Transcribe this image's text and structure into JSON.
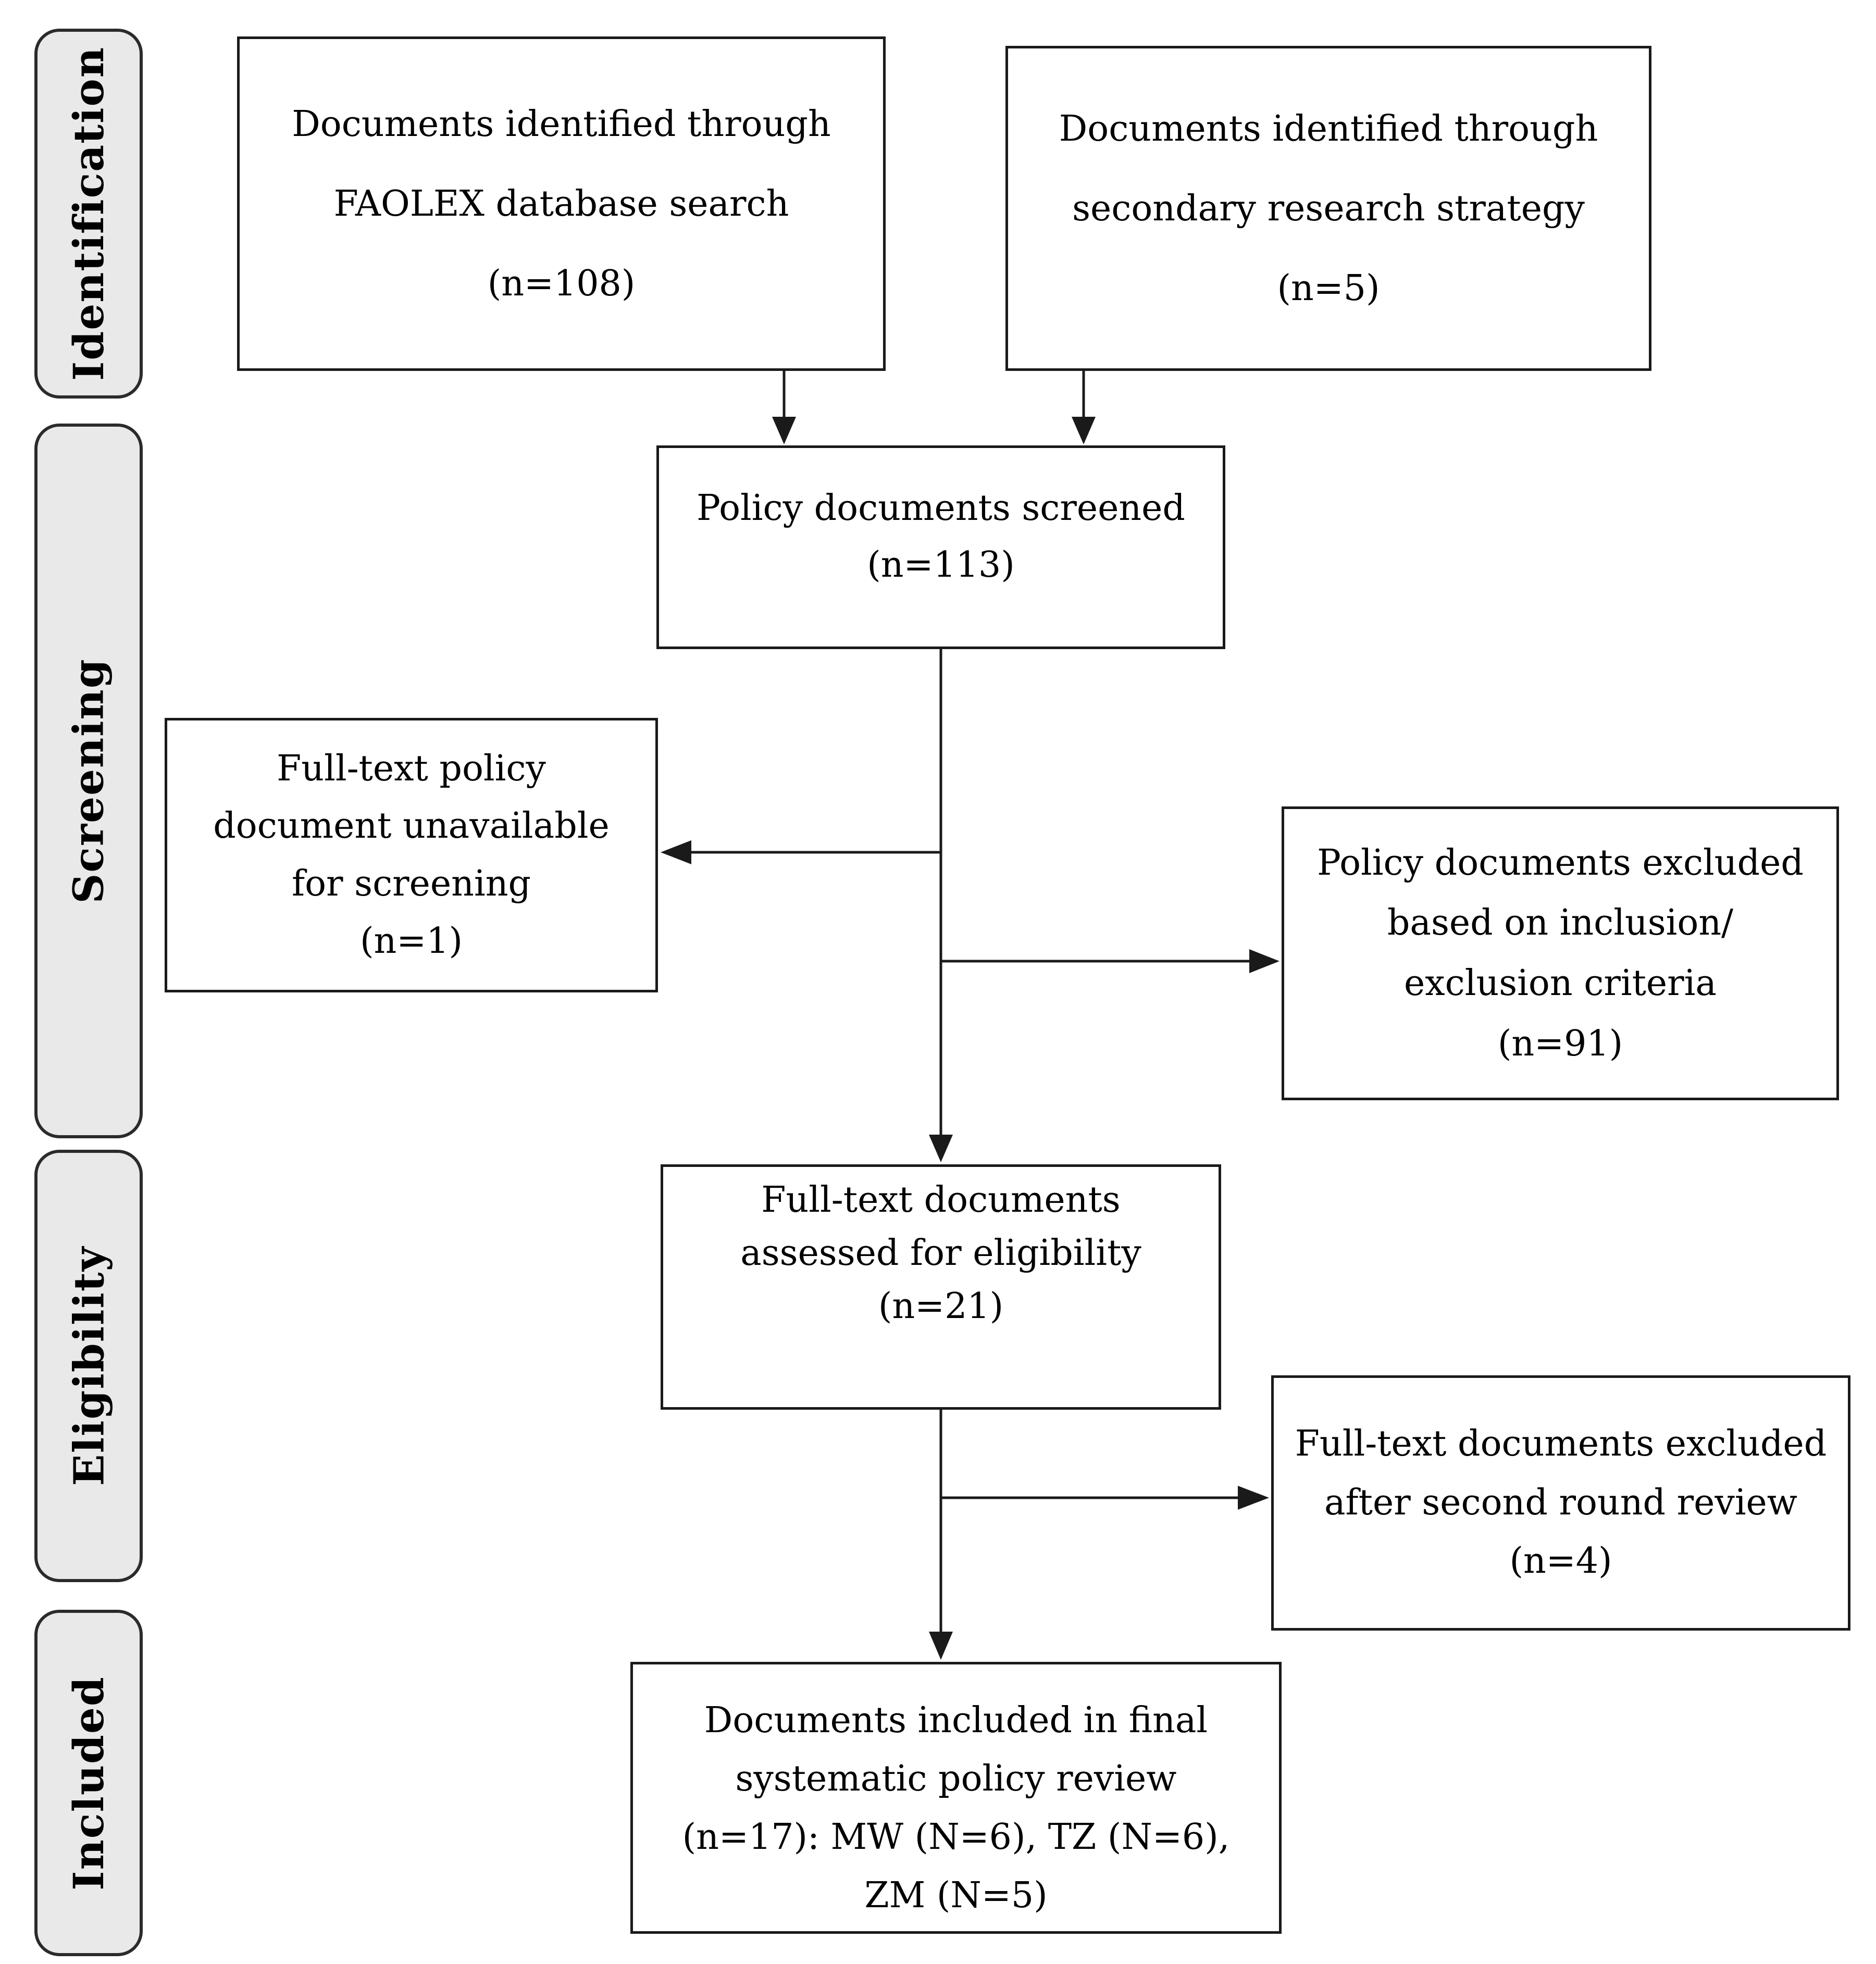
{
  "palette": {
    "bg": "#ffffff",
    "box-fill": "#ffffff",
    "box-border": "#1a1a1a",
    "stage-fill": "#e9e9e9",
    "stage-border": "#2b2b2b",
    "text": "#000000",
    "arrow": "#1a1a1a"
  },
  "stages": [
    "Identification",
    "Screening",
    "Eligibility",
    "Included"
  ],
  "boxes": {
    "faolex": {
      "lines": [
        "Documents identified through",
        "FAOLEX database search",
        "(n=108)"
      ]
    },
    "secondary": {
      "lines": [
        "Documents identified through",
        "secondary research strategy",
        "(n=5)"
      ]
    },
    "screened": {
      "lines": [
        "Policy documents screened",
        "(n=113)"
      ]
    },
    "unavailable": {
      "lines": [
        "Full-text policy",
        "document unavailable",
        "for screening",
        "(n=1)"
      ]
    },
    "excluded_screening": {
      "lines": [
        "Policy documents excluded",
        "based on inclusion/",
        "exclusion criteria",
        "(n=91)"
      ]
    },
    "assessed": {
      "lines": [
        "Full-text documents",
        "assessed for eligibility",
        "(n=21)"
      ]
    },
    "excluded_eligibility": {
      "lines": [
        "Full-text documents excluded",
        "after second round review",
        "(n=4)"
      ]
    },
    "included_final": {
      "lines": [
        "Documents included in final",
        "systematic policy review",
        "(n=17): MW (N=6), TZ (N=6),",
        "ZM (N=5)"
      ]
    }
  }
}
